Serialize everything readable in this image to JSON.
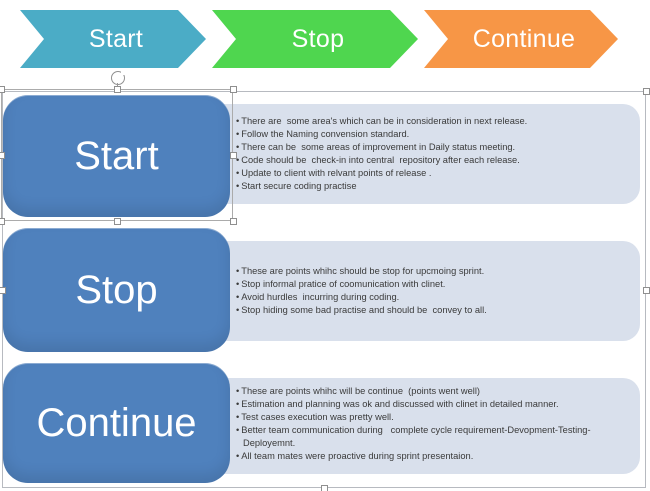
{
  "arrows": [
    {
      "label": "Start",
      "color": "#4BACC6"
    },
    {
      "label": "Stop",
      "color": "#4FD64F"
    },
    {
      "label": "Continue",
      "color": "#F79646"
    }
  ],
  "rows": [
    {
      "label": "Start",
      "bullets": [
        "There are  some area's which can be in consideration in next release.",
        "Follow the Naming convension standard.",
        "There can be  some areas of improvement in Daily status meeting.",
        "Code should be  check-in into central  repository after each release.",
        "Update to client with relvant points of release .",
        "Start secure coding practise"
      ]
    },
    {
      "label": "Stop",
      "bullets": [
        "These are points whihc should be stop for upcmoing sprint.",
        "Stop informal pratice of coomunication with clinet.",
        "Avoid hurdles  incurring during coding.",
        "Stop hiding some bad practise and should be  convey to all."
      ]
    },
    {
      "label": "Continue",
      "bullets": [
        "These are points whihc will be continue  (points went well)",
        "Estimation and planning was ok and discussed with clinet in detailed manner.",
        "Test cases execution was pretty well.",
        "Better team communication during   complete cycle requirement-Devopment-Testing-Deployemnt.",
        "All team mates were proactive during sprint presentaion."
      ]
    }
  ],
  "colors": {
    "shape_blue": "#4F81BD",
    "panel_blue": "#D9E0EC",
    "arrow_teal": "#4BACC6",
    "arrow_green": "#4FD64F",
    "arrow_orange": "#F79646",
    "selection_gray": "#ABABAB"
  }
}
